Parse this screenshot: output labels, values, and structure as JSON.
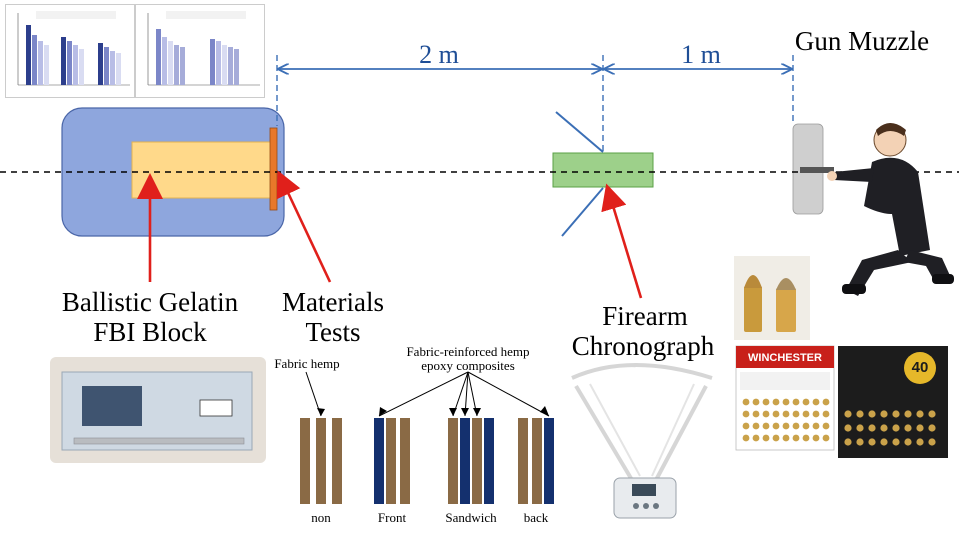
{
  "distances": {
    "left": "2 m",
    "right": "1 m"
  },
  "labels": {
    "gun_muzzle": "Gun Muzzle",
    "gelatin_line1": "Ballistic Gelatin",
    "gelatin_line2": "FBI Block",
    "materials_line1": "Materials",
    "materials_line2": "Tests",
    "chrono_line1": "Firearm",
    "chrono_line2": "Chronograph"
  },
  "composites": {
    "fabric_hemp": "Fabric hemp",
    "reinforced_line1": "Fabric-reinforced hemp",
    "reinforced_line2": "epoxy composites",
    "configs": [
      "non",
      "Front",
      "Sandwich",
      "back"
    ]
  },
  "ammo": {
    "box1_brand": "WINCHESTER",
    "box2_caliber": "40"
  },
  "colors": {
    "gelatin_block": "#8ea6dd",
    "gelatin_core": "#ffd98a",
    "target_plate": "#e8782a",
    "chrono_box": "#9dd08a",
    "dimension_line": "#3b6fb6",
    "arrow": "#e0201b",
    "hemp_layer": "#8a6a45",
    "composite_layer": "#14306e"
  }
}
